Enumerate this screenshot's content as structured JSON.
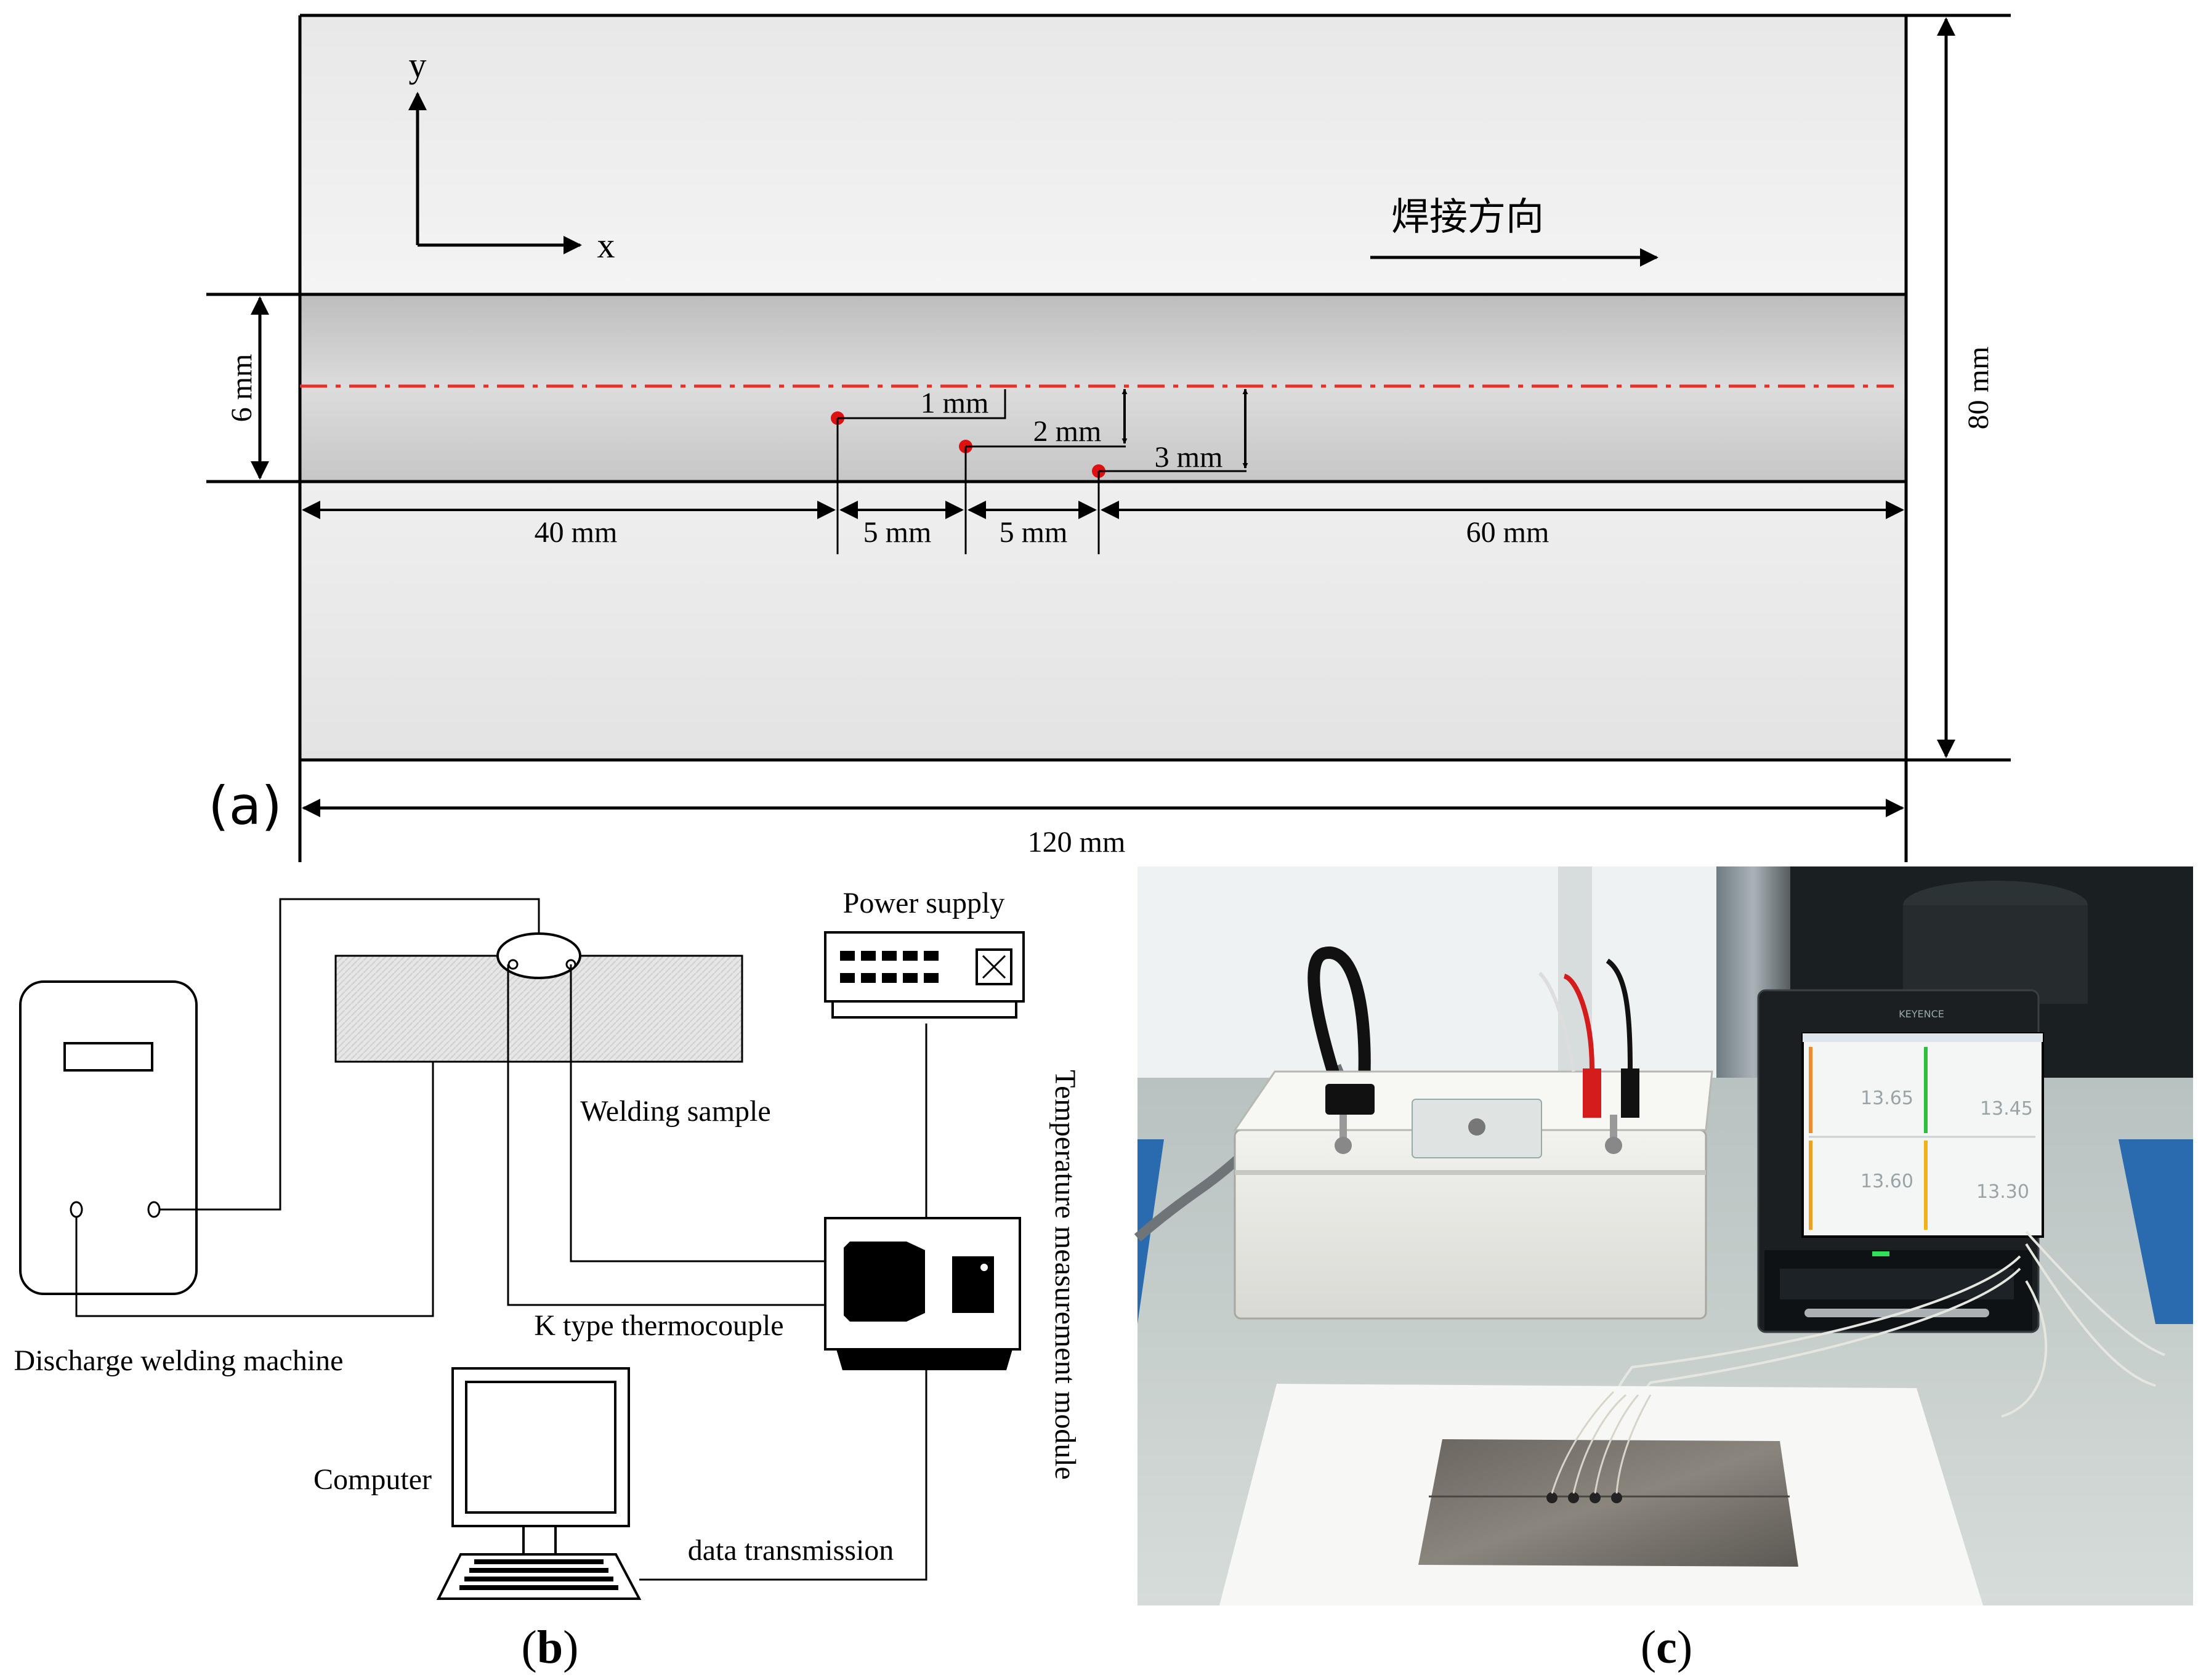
{
  "panel_a": {
    "axis_y": "y",
    "axis_x": "x",
    "welding_direction": "焊接方向",
    "dim_6mm": "6 mm",
    "dim_80mm": "80 mm",
    "dim_1mm": "1 mm",
    "dim_2mm": "2 mm",
    "dim_3mm": "3 mm",
    "dim_40mm": "40 mm",
    "dim_5mm_a": "5 mm",
    "dim_5mm_b": "5 mm",
    "dim_60mm": "60 mm",
    "dim_120mm": "120 mm",
    "panel_label": "(a)"
  },
  "panel_b": {
    "power_supply": "Power supply",
    "welding_sample": "Welding sample",
    "temperature_module": "Temperature measurement module",
    "k_thermocouple": "K type thermocouple",
    "discharge_machine": "Discharge welding machine",
    "computer": "Computer",
    "data_transmission": "data transmission",
    "panel_label_open": "(",
    "panel_label_letter": "b",
    "panel_label_close": ")"
  },
  "panel_c": {
    "recorder_brand": "KEYENCE",
    "readings": [
      "13.65",
      "13.45",
      "13.60",
      "13.30"
    ],
    "panel_label_open": "(",
    "panel_label_letter": "c",
    "panel_label_close": ")"
  },
  "colors": {
    "centerline": "#e8302a",
    "marker": "#e01010",
    "plate_outer": "#ececec",
    "plate_weld": "#c8c8c8",
    "line": "#000000"
  }
}
